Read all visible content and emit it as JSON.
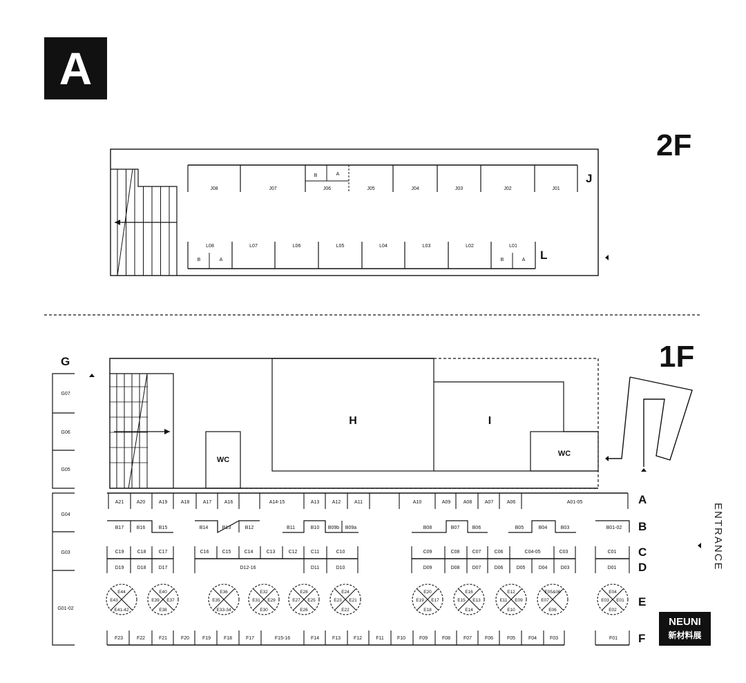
{
  "building": "A",
  "floors": {
    "upper": "2F",
    "lower": "1F"
  },
  "entrance": "ENTRANCE",
  "brand": {
    "name": "NEUNI",
    "subtitle": "新材料展"
  },
  "row_labels": {
    "J": "J",
    "L": "L",
    "G": "G",
    "A": "A",
    "B": "B",
    "C": "C",
    "D": "D",
    "E": "E",
    "F": "F"
  },
  "zones": {
    "H": "H",
    "I": "I",
    "WC": "WC"
  },
  "booths_2f": {
    "J": [
      "J08",
      "J07",
      "J06",
      "J05",
      "J04",
      "J03",
      "J02",
      "J01"
    ],
    "J06_sub": [
      "B",
      "A"
    ],
    "L": [
      "L08",
      "L07",
      "L06",
      "L05",
      "L04",
      "L03",
      "L02",
      "L01"
    ],
    "L08_sub": [
      "B",
      "A"
    ],
    "L01_sub": [
      "B",
      "A"
    ]
  },
  "booths_1f": {
    "G": [
      "G07",
      "G06",
      "G05",
      "G04",
      "G03",
      "G01-02"
    ],
    "A": [
      "A21",
      "A20",
      "A19",
      "A18",
      "A17",
      "A16",
      "A14-15",
      "A13",
      "A12",
      "A11",
      "A10",
      "A09",
      "A08",
      "A07",
      "A06",
      "A01-05"
    ],
    "B": [
      "B17",
      "B16",
      "B15",
      "B14",
      "B13",
      "B12",
      "B11",
      "B10",
      "B09b",
      "B09a",
      "B08",
      "B07",
      "B06",
      "B05",
      "B04",
      "B03",
      "B01-02"
    ],
    "C": [
      "C19",
      "C18",
      "C17",
      "C16",
      "C15",
      "C14",
      "C13",
      "C12",
      "C11",
      "C10",
      "C09",
      "C08",
      "C07",
      "C06",
      "C04-05",
      "C03",
      "C01"
    ],
    "D": [
      "D19",
      "D18",
      "D17",
      "D12-16",
      "D11",
      "D10",
      "D09",
      "D08",
      "D07",
      "D06",
      "D05",
      "D04",
      "D03",
      "D01"
    ],
    "E": [
      [
        "E44",
        "E43",
        "E41-42",
        ""
      ],
      [
        "E40",
        "E39",
        "E38",
        "E37"
      ],
      [
        "E36",
        "E35",
        "E33-34",
        ""
      ],
      [
        "E32",
        "E31",
        "E30",
        "E29"
      ],
      [
        "E28",
        "E27",
        "E26",
        "E25"
      ],
      [
        "E24",
        "E23",
        "E22",
        "E21"
      ],
      [
        "E20",
        "E19",
        "E18",
        "E17"
      ],
      [
        "E16",
        "E15",
        "E14",
        "E13"
      ],
      [
        "E12",
        "E11",
        "E10",
        "E09"
      ],
      [
        "E05&06",
        "E07",
        "E06",
        ""
      ],
      [
        "E04",
        "E03",
        "E02",
        "E01"
      ]
    ],
    "F": [
      "F23",
      "F22",
      "F21",
      "F20",
      "F19",
      "F18",
      "F17",
      "F15-16",
      "F14",
      "F13",
      "F12",
      "F11",
      "F10",
      "F09",
      "F08",
      "F07",
      "F06",
      "F05",
      "F04",
      "F03",
      "F01"
    ]
  }
}
